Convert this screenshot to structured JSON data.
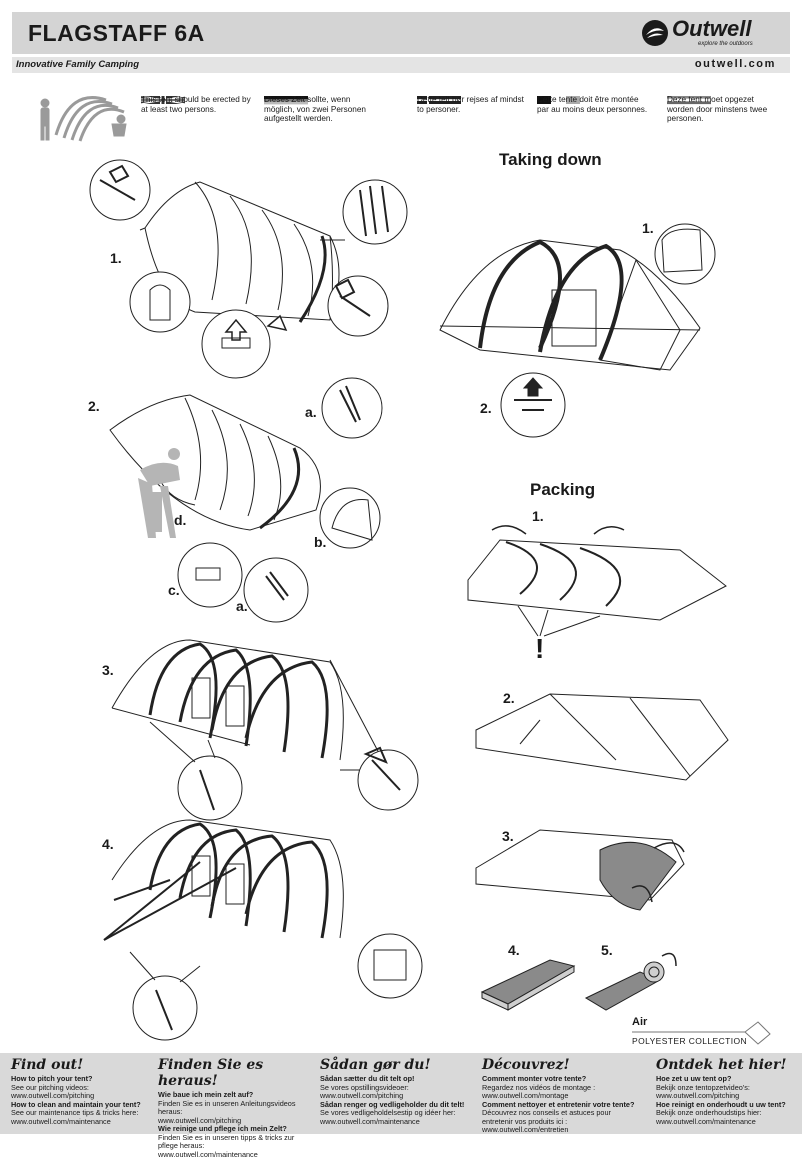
{
  "header": {
    "title": "FLAGSTAFF 6A",
    "logo_text": "Outwell",
    "logo_tagline": "explore the outdoors",
    "tagline": "Innovative Family Camping",
    "website": "outwell.com"
  },
  "notices": [
    {
      "lang": "en",
      "text": "This tent should be erected by at least two persons."
    },
    {
      "lang": "de",
      "text": "Dieses Zelt sollte, wenn möglich, von zwei Personen aufgestellt werden."
    },
    {
      "lang": "da",
      "text": "Dette telt bør rejses af mindst to personer."
    },
    {
      "lang": "fr",
      "text": "Cette tente doit être montée par au moins deux personnes."
    },
    {
      "lang": "nl",
      "text": "Deze tent moet opgezet worden door minstens twee personen."
    }
  ],
  "pitching": {
    "steps": [
      "1.",
      "2.",
      "3.",
      "4."
    ],
    "step2_labels": {
      "a_top": "a.",
      "b": "b.",
      "c": "c.",
      "d": "d.",
      "a_bottom": "a."
    }
  },
  "taking_down": {
    "title": "Taking down",
    "steps": [
      "1.",
      "2."
    ]
  },
  "packing": {
    "title": "Packing",
    "steps": [
      "1.",
      "2.",
      "3.",
      "4.",
      "5."
    ],
    "warning": "!"
  },
  "badge": {
    "air": "Air",
    "collection": "POLYESTER COLLECTION"
  },
  "footer": [
    {
      "heading": "Find out!",
      "q1": "How to pitch your tent?",
      "t1": "See our pitching videos:",
      "u1": "www.outwell.com/pitching",
      "q2": "How to clean and maintain your tent?",
      "t2": "See our maintenance tips & tricks here:",
      "u2": "www.outwell.com/maintenance"
    },
    {
      "heading": "Finden Sie es heraus!",
      "q1": "Wie baue ich mein zelt auf?",
      "t1": "Finden Sie es in unseren Anleitungsvideos heraus:",
      "u1": "www.outwell.com/pitching",
      "q2": "Wie reinige und pflege ich mein Zelt?",
      "t2": "Finden Sie es in unseren tipps & tricks zur pflege heraus:",
      "u2": "www.outwell.com/maintenance"
    },
    {
      "heading": "Sådan gør du!",
      "q1": "Sådan sætter du dit telt op!",
      "t1": "Se vores opstillingsvideoer:",
      "u1": "www.outwell.com/pitching",
      "q2": "Sådan renger og vedligeholder du dit telt!",
      "t2": "Se vores vedligeholdelsestip og idéer her:",
      "u2": "www.outwell.com/maintenance"
    },
    {
      "heading": "Découvrez!",
      "q1": "Comment monter votre tente?",
      "t1": "Regardez nos vidéos de montage :",
      "u1": "www.outwell.com/montage",
      "q2": "Comment nettoyer et entretenir votre tente?",
      "t2": "Découvrez nos conseils et astuces pour entretenir vos produits ici :",
      "u2": "www.outwell.com/entretien"
    },
    {
      "heading": "Ontdek het hier!",
      "q1": "Hoe zet u uw tent op?",
      "t1": "Bekijk onze tentopzetvideo's:",
      "u1": "www.outwell.com/pitching",
      "q2": "Hoe reinigt en onderhoudt u uw tent?",
      "t2": "Bekijk onze onderhoudstips hier:",
      "u2": "www.outwell.com/maintenance"
    }
  ]
}
